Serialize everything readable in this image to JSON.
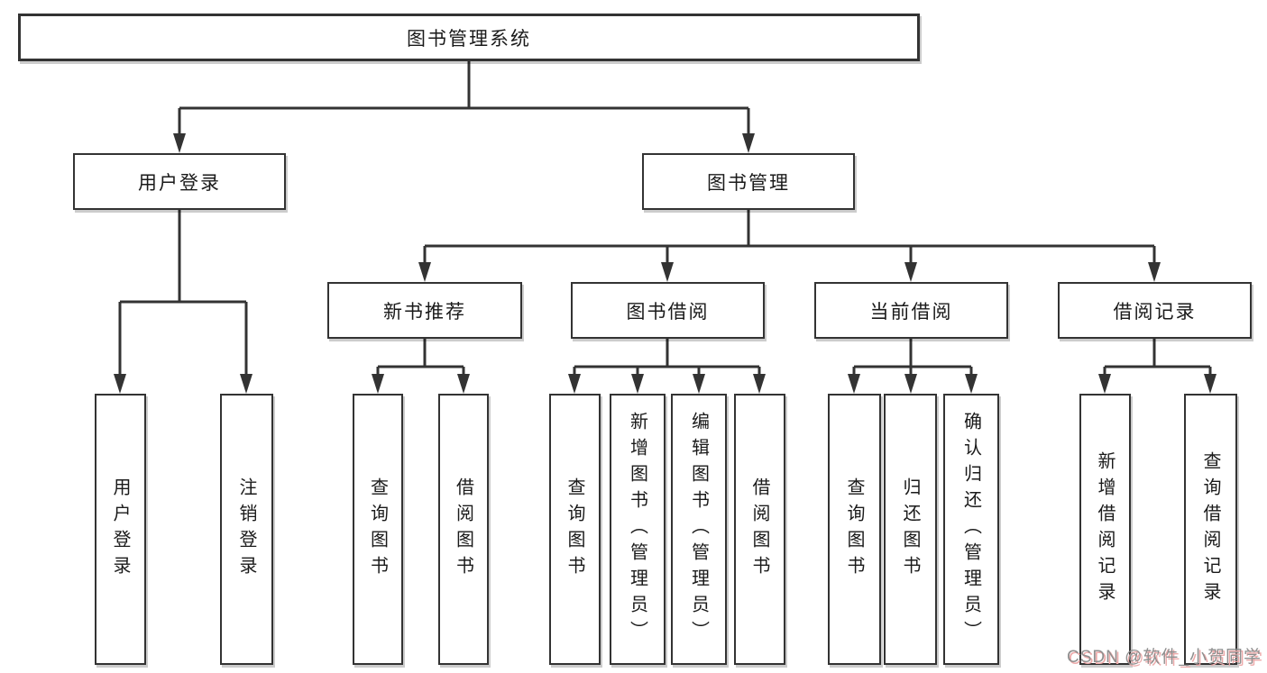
{
  "diagram": {
    "root": "图书管理系统",
    "level2": [
      "用户登录",
      "图书管理"
    ],
    "level3": [
      "新书推荐",
      "图书借阅",
      "当前借阅",
      "借阅记录"
    ],
    "leaves": [
      "用户登录",
      "注销登录",
      "查询图书",
      "借阅图书",
      "查询图书",
      "新增图书（管理员）",
      "编辑图书（管理员）",
      "借阅图书",
      "查询图书",
      "归还图书",
      "确认归还（管理员）",
      "新增借阅记录",
      "查询借阅记录"
    ]
  },
  "watermark": "CSDN @软件_小贺同学",
  "colors": {
    "line": "#333333",
    "box_border": "#333333",
    "text": "#1a1a1a",
    "background": "#ffffff",
    "watermark_text": "#8f8f8f",
    "watermark_shadow": "#edaaaa"
  }
}
